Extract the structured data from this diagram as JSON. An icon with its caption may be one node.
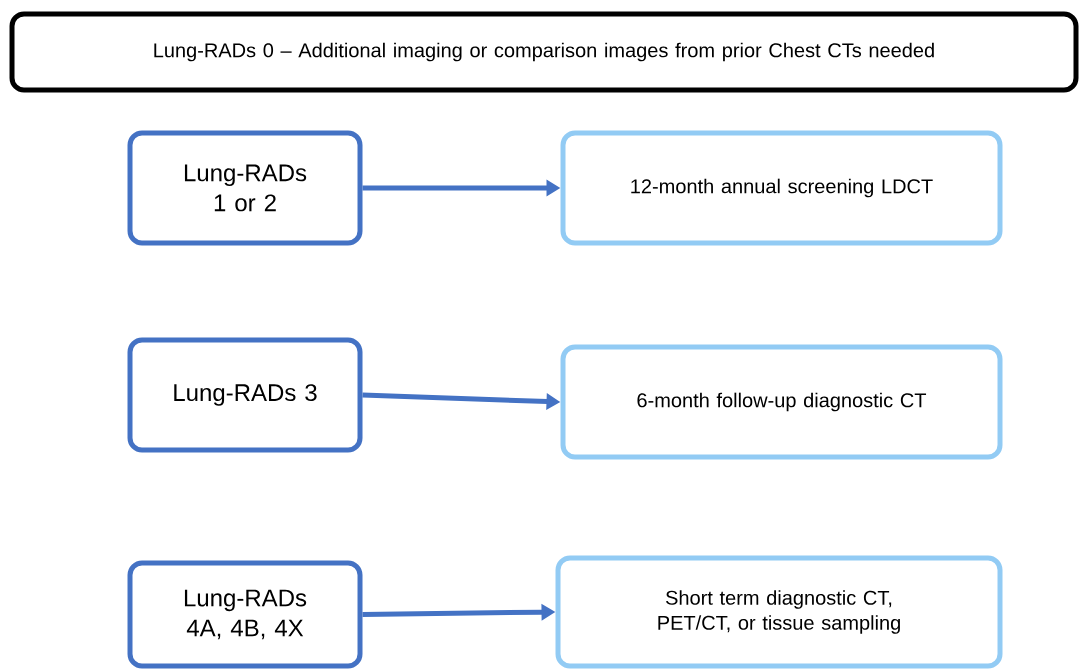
{
  "diagram": {
    "nodes": [
      {
        "text": [
          "Lung-RADs 0 – Additional imaging or comparison images from prior Chest CTs needed"
        ]
      },
      {
        "text": [
          "Lung-RADs 1 or 2"
        ]
      },
      {
        "text": [
          "12-month annual screening LDCT"
        ]
      },
      {
        "text": [
          "Lung-RADs 3"
        ]
      },
      {
        "text": [
          "6-month follow-up diagnostic CT"
        ]
      },
      {
        "text": [
          "Lung-RADs 4A, 4B, 4X"
        ]
      },
      {
        "text": [
          "Short term diagnostic CT, PET/CT, or tissue sampling"
        ]
      }
    ],
    "edges": [
      {
        "from": 1,
        "to": 2,
        "arrow": "to"
      },
      {
        "from": 3,
        "to": 4,
        "arrow": "to"
      },
      {
        "from": 5,
        "to": 6,
        "arrow": "to"
      }
    ]
  }
}
